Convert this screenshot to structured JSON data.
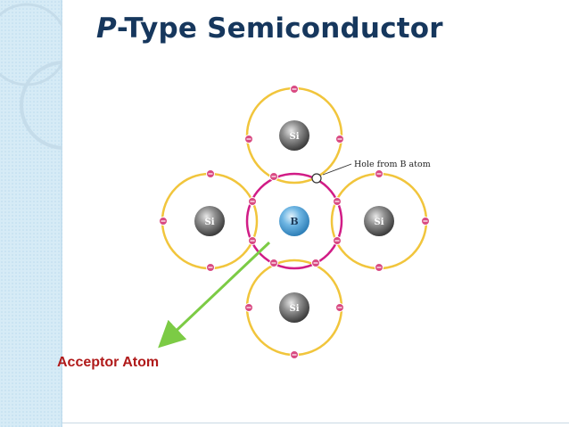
{
  "title": {
    "italic_part": "P",
    "rest": "-Type Semiconductor"
  },
  "diagram": {
    "center_atom": "B",
    "neighbor_atoms": [
      "Si",
      "Si",
      "Si",
      "Si"
    ],
    "hole_label": "Hole from B atom"
  },
  "acceptor_label": "Acceptor Atom",
  "colors": {
    "title": "#16375d",
    "orbit_si": "#f1c53c",
    "orbit_b": "#d11c86",
    "electron": "#d94a82",
    "arrow": "#7ccb45",
    "label": "#b01a1a",
    "band": "#cfe6f3"
  }
}
